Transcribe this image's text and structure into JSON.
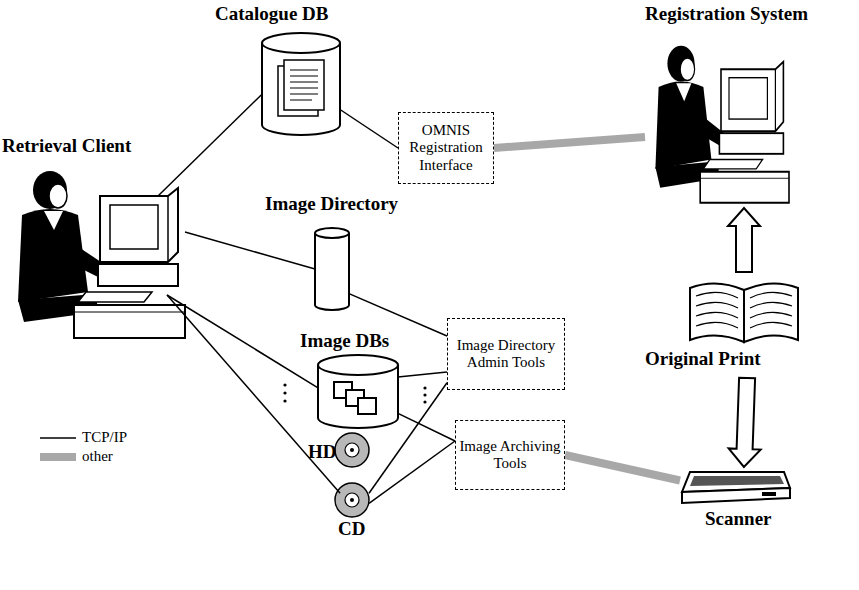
{
  "diagram": {
    "nodes": [
      {
        "text": [
          "Catalogue DB"
        ]
      },
      {
        "text": [
          "OMNIS Registration Interface"
        ]
      },
      {
        "text": [
          "Registration System"
        ]
      },
      {
        "text": [
          "Retrieval Client"
        ]
      },
      {
        "text": [
          "Image Directory"
        ]
      },
      {
        "text": [
          "Image DBs"
        ]
      },
      {
        "text": [
          "HD"
        ]
      },
      {
        "text": [
          "CD"
        ]
      },
      {
        "text": [
          "Image Directory Admin Tools"
        ]
      },
      {
        "text": [
          "Image Archiving Tools"
        ]
      },
      {
        "text": [
          "Original Print"
        ]
      },
      {
        "text": [
          "Scanner"
        ]
      }
    ],
    "edges": [
      {
        "from": 3,
        "to": 0,
        "arrow": "none"
      },
      {
        "from": 0,
        "to": 1,
        "arrow": "none"
      },
      {
        "from": 1,
        "to": 2,
        "arrow": "none"
      },
      {
        "from": 3,
        "to": 4,
        "arrow": "none"
      },
      {
        "from": 4,
        "to": 8,
        "arrow": "none"
      },
      {
        "from": 3,
        "to": 5,
        "arrow": "none"
      },
      {
        "from": 3,
        "to": 7,
        "arrow": "none"
      },
      {
        "from": 8,
        "to": 5,
        "arrow": "none"
      },
      {
        "from": 8,
        "to": 7,
        "arrow": "none"
      },
      {
        "from": 9,
        "to": 5,
        "arrow": "none"
      },
      {
        "from": 9,
        "to": 7,
        "arrow": "none"
      },
      {
        "from": 11,
        "to": 9,
        "arrow": "none"
      },
      {
        "from": 10,
        "to": 2,
        "arrow": "to"
      },
      {
        "from": 10,
        "to": 11,
        "arrow": "to"
      }
    ],
    "legend": [
      {
        "text": "TCP/IP"
      },
      {
        "text": "other"
      }
    ]
  }
}
